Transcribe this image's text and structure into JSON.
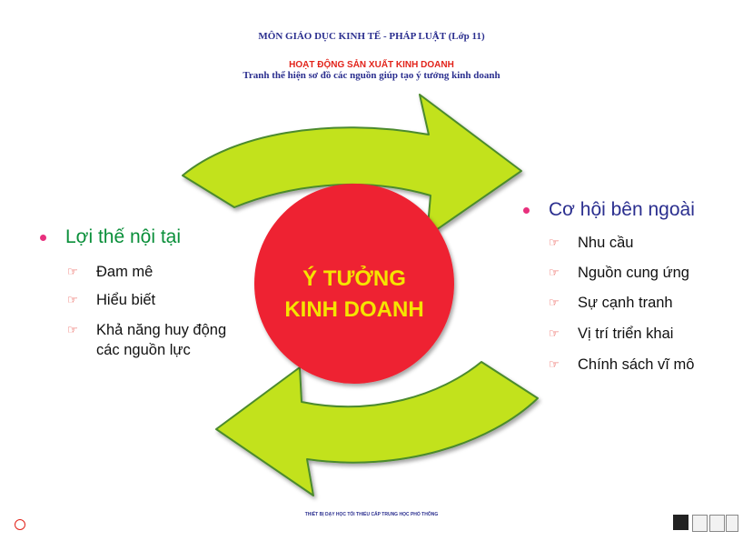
{
  "header": {
    "subject": "MÔN GIÁO DỤC KINH TẾ - PHÁP LUẬT (Lớp 11)",
    "topic": "HOẠT ĐỘNG SẢN XUẤT KINH DOANH",
    "caption": "Tranh thể hiện sơ đồ các nguồn giúp tạo ý tưởng kinh doanh"
  },
  "center": {
    "line1": "Ý TƯỞNG",
    "line2": "KINH DOANH"
  },
  "left": {
    "title": "Lợi thế nội tại",
    "items": [
      "Đam mê",
      "Hiểu biết",
      "Khả năng huy động",
      "các nguồn lực"
    ]
  },
  "right": {
    "title": "Cơ hội bên ngoài",
    "items": [
      "Nhu cầu",
      "Nguồn cung ứng",
      "Sự cạnh tranh",
      "Vị trí triển khai",
      "Chính sách vĩ mô"
    ]
  },
  "footer": {
    "title": "THIẾT BỊ DẠY HỌC TỐI THIỂU CẤP TRUNG HỌC PHỔ THÔNG"
  },
  "colors": {
    "arrow_fill": "#c2e21d",
    "arrow_stroke": "#4c8a2e",
    "circle": "#ee2430",
    "center_text": "#f5e400",
    "left_title": "#0a8f3a",
    "right_title": "#2b2f8f",
    "bullet": "#e8307d",
    "hand": "#e2231a"
  },
  "icons": {
    "bullet": "dot-icon",
    "item": "pointing-hand-icon"
  }
}
